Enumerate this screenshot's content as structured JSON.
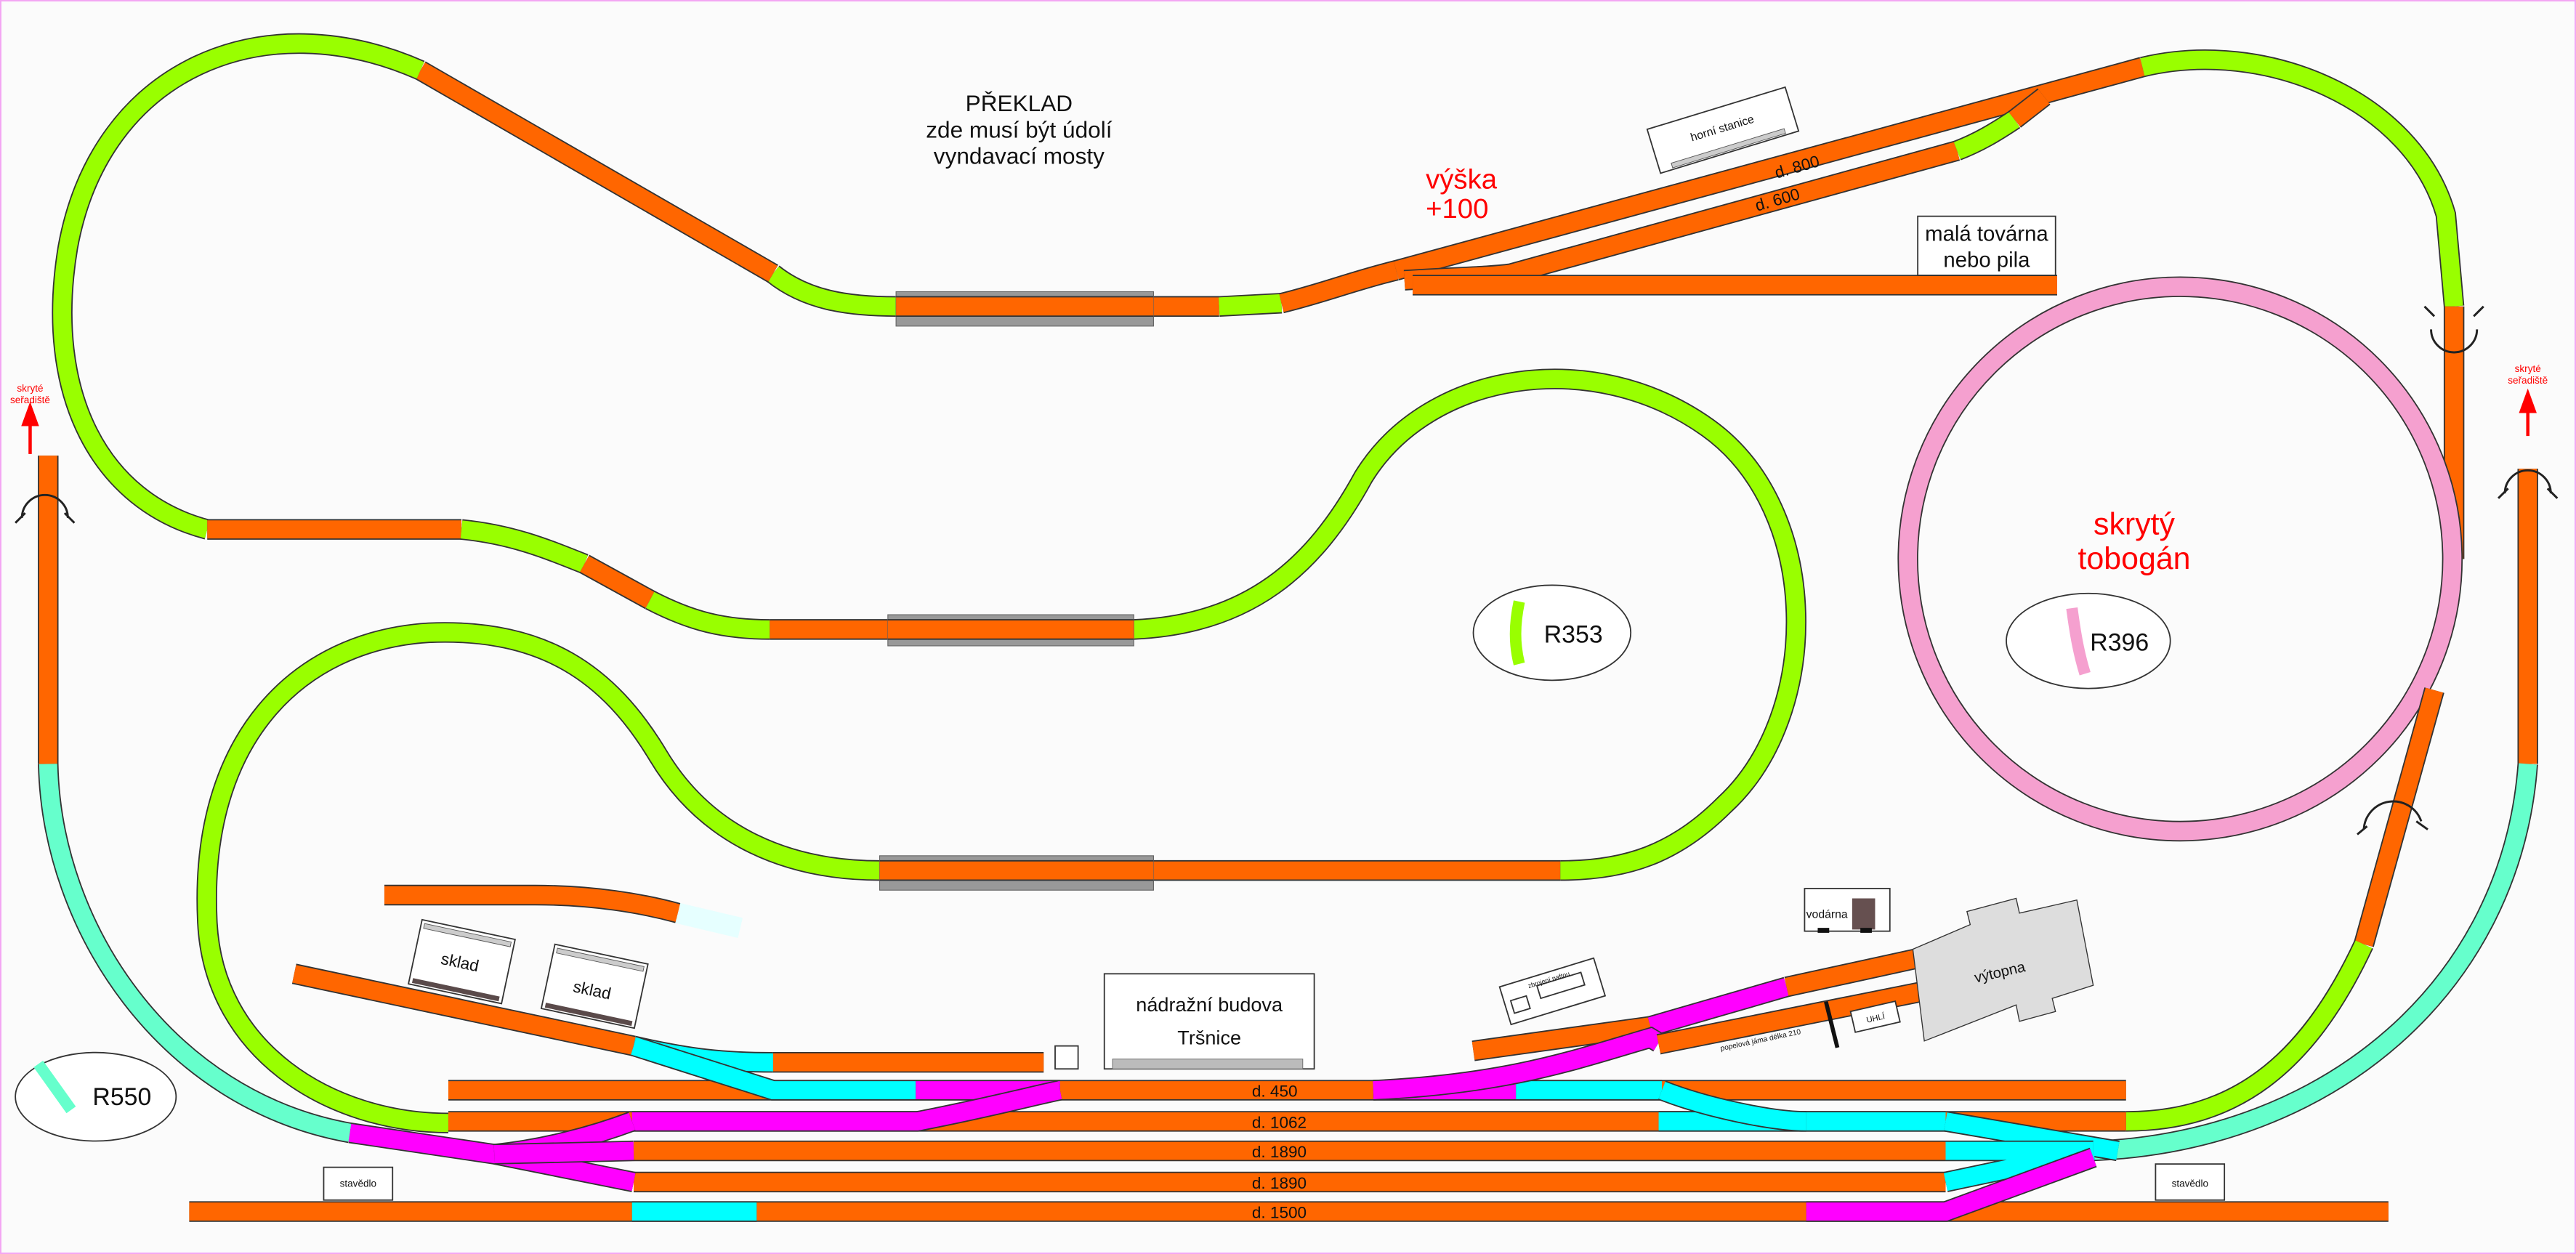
{
  "title_note": {
    "line1": "PŘEKLAD",
    "line2": "zde musí být údolí",
    "line3": "vyndavací mosty"
  },
  "height_note": {
    "line1": "výška",
    "line2": "+100"
  },
  "hidden_slide": {
    "line1": "skrytý",
    "line2": "tobogán"
  },
  "hidden_yard_left": {
    "line1": "skryté",
    "line2": "seřadiště"
  },
  "hidden_yard_right": {
    "line1": "skryté",
    "line2": "seřadiště"
  },
  "radius_labels": {
    "r550": "R550",
    "r353": "R353",
    "r396": "R396"
  },
  "buildings": {
    "upper_station": "horní stanice",
    "factory_line1": "malá továrna",
    "factory_line2": "nebo pila",
    "warehouse1": "sklad",
    "warehouse2": "sklad",
    "station_line1": "nádražní budova",
    "station_line2": "Tršnice",
    "water_tower": "vodárna",
    "engine_shed": "výtopna",
    "fuel": "zbrojení naftou",
    "coal": "UHLÍ",
    "ash_pit": "popelová jáma délka 210",
    "signal_box_left": "stavědlo",
    "signal_box_right": "stavědlo"
  },
  "track_lengths": {
    "upper_800": "d. 800",
    "upper_600": "d. 600",
    "t450": "d. 450",
    "t1062": "d. 1062",
    "t1890a": "d. 1890",
    "t1890b": "d. 1890",
    "t1500": "d. 1500"
  },
  "colors": {
    "straight": "#ff6600",
    "curve": "#99ff00",
    "hidden_curve": "#66ffcc",
    "switch_left": "#ff00ff",
    "switch_right": "#00ffff",
    "helix": "#f5a0cf",
    "note": "#ff0000"
  }
}
